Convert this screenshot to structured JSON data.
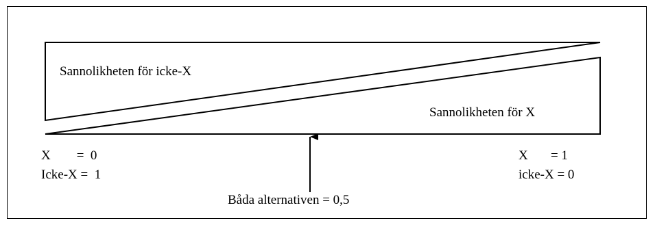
{
  "regions": {
    "not_x_label": "Sannolikheten för icke-X",
    "x_label": "Sannolikheten för X"
  },
  "left_end": {
    "x_line": "X        =  0",
    "not_x_line": "Icke-X =  1"
  },
  "right_end": {
    "x_line": "X       = 1",
    "not_x_line": "icke-X = 0"
  },
  "midpoint": {
    "label": "Båda alternativen = 0,5"
  },
  "colors": {
    "line": "#000000",
    "background": "#ffffff"
  }
}
